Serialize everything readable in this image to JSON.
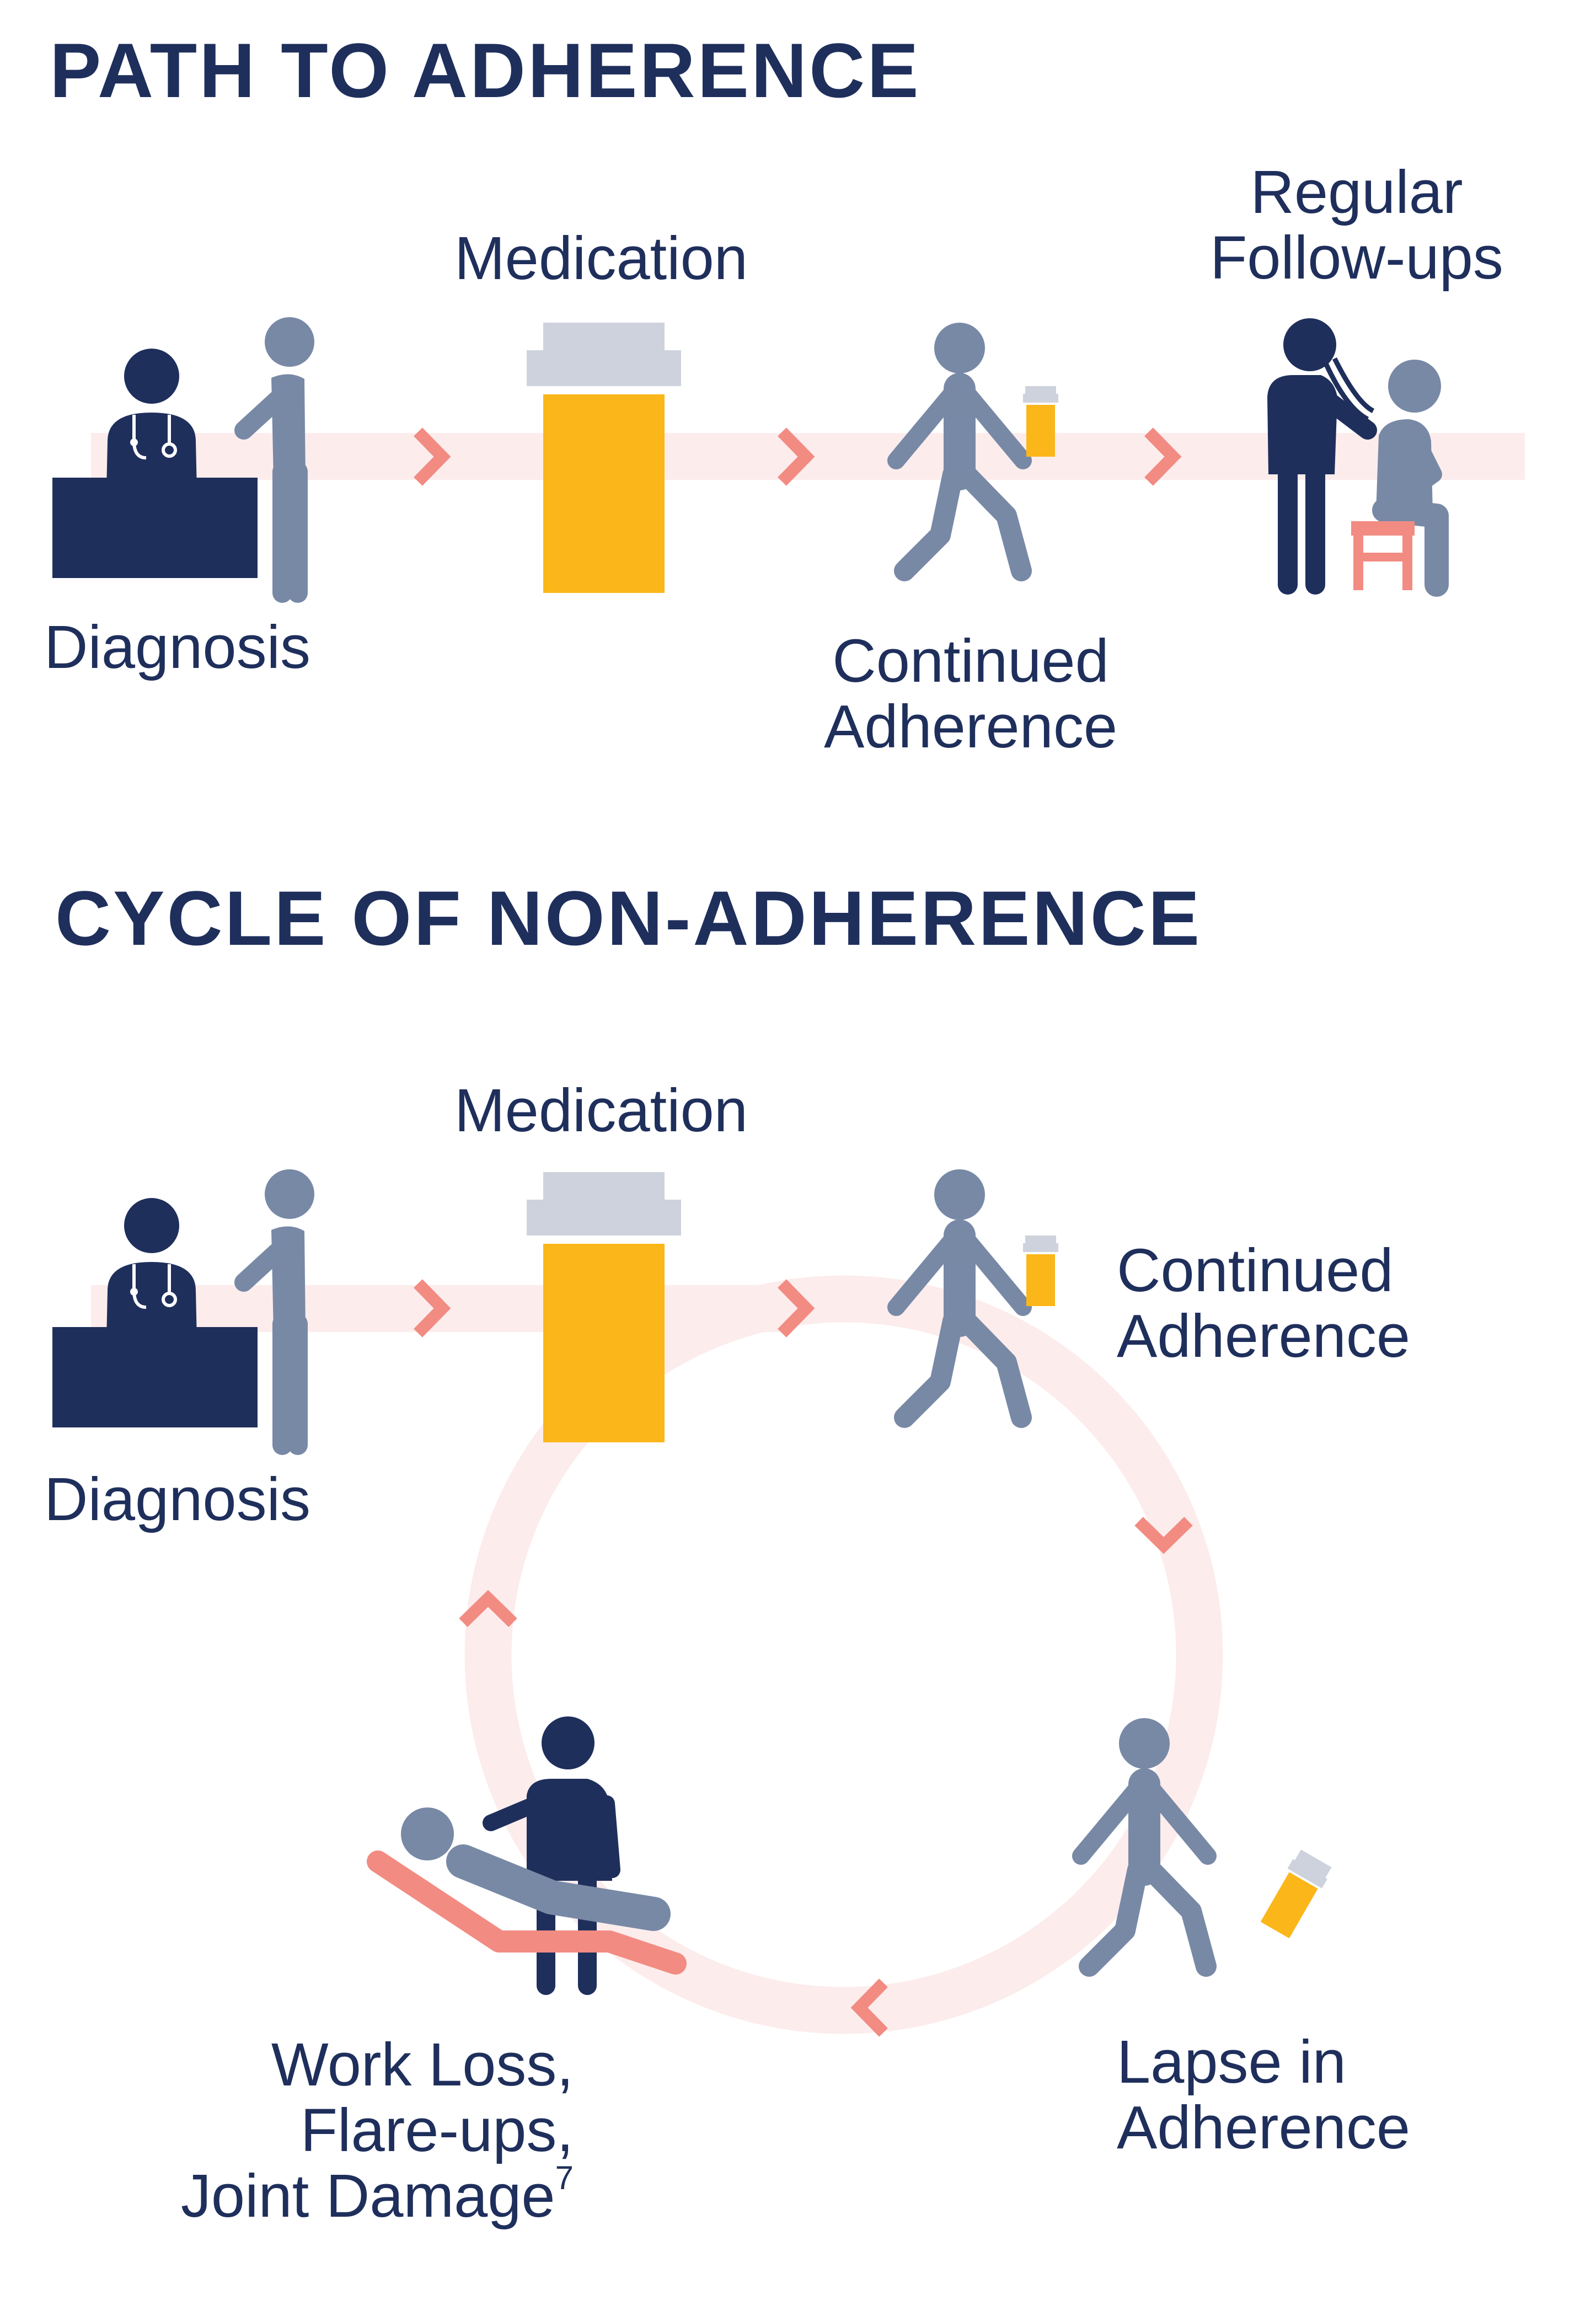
{
  "path_section": {
    "title": "PATH TO ADHERENCE",
    "steps": {
      "diagnosis": "Diagnosis",
      "medication": "Medication",
      "continued_line1": "Continued",
      "continued_line2": "Adherence",
      "followup_line1": "Regular",
      "followup_line2": "Follow-ups"
    }
  },
  "cycle_section": {
    "title": "CYCLE OF NON-ADHERENCE",
    "steps": {
      "diagnosis": "Diagnosis",
      "medication": "Medication",
      "continued_line1": "Continued",
      "continued_line2": "Adherence",
      "lapse_line1": "Lapse in",
      "lapse_line2": "Adherence",
      "consequence_line1": "Work Loss,",
      "consequence_line2": "Flare-ups,",
      "consequence_line3": "Joint Damage",
      "consequence_footnote": "7"
    }
  },
  "colors": {
    "navy": "#1f2f5c",
    "slate": "#7889a6",
    "amber": "#fbb619",
    "cap_gray": "#cdd2dc",
    "salmon": "#f28b82",
    "pale_pink": "#fdecec"
  },
  "icons": [
    "doctor-desk-icon",
    "patient-icon",
    "pill-bottle-icon",
    "walking-person-icon",
    "doctor-stethoscope-icon",
    "seated-patient-icon",
    "fallen-pill-bottle-icon",
    "reclining-patient-icon",
    "chevron-icon"
  ]
}
